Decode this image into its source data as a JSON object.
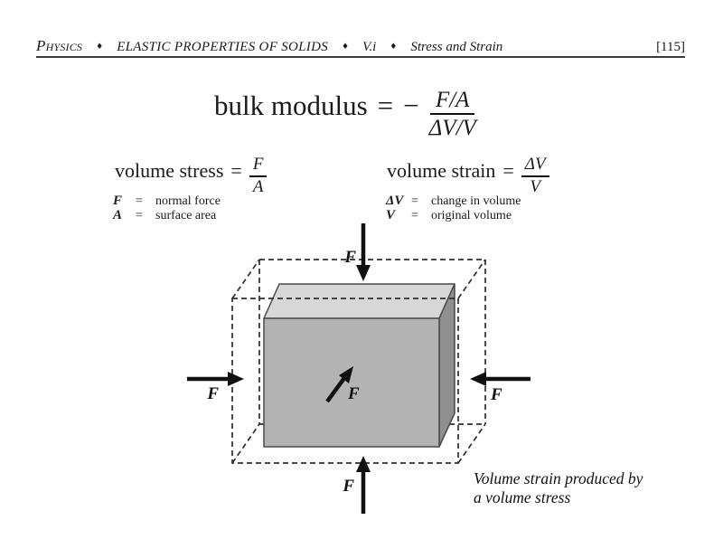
{
  "header": {
    "book_title": "Physics",
    "separator": "♦",
    "chapter_title": "ELASTIC PROPERTIES OF SOLIDS",
    "section_number": "V.i",
    "section_title": "Stress and Strain",
    "page_number": "[115]"
  },
  "main_formula": {
    "lhs": "bulk modulus",
    "equals": "=",
    "minus_sign": "−",
    "numerator": "F/A",
    "denominator": "ΔV/V"
  },
  "stress_formula": {
    "lhs": "volume stress",
    "equals": "=",
    "numerator": "F",
    "denominator": "A"
  },
  "strain_formula": {
    "lhs": "volume strain",
    "equals": "=",
    "numerator": "ΔV",
    "denominator": "V"
  },
  "stress_definitions": [
    {
      "symbol": "F",
      "equals": "=",
      "description": "normal force"
    },
    {
      "symbol": "A",
      "equals": "=",
      "description": "surface area"
    }
  ],
  "strain_definitions": [
    {
      "symbol": "ΔV",
      "equals": "=",
      "description": "change in volume"
    },
    {
      "symbol": "V",
      "equals": "=",
      "description": "original volume"
    }
  ],
  "diagram": {
    "force_label": "F",
    "caption_line1": "Volume strain produced by",
    "caption_line2": "a volume stress",
    "colors": {
      "cube_top": "#d7d7d7",
      "cube_front": "#b3b3b3",
      "cube_right": "#8f8f8f",
      "cube_outline": "#4a4a4a",
      "dashed_line": "#2e2e2e",
      "arrow": "#111111"
    }
  }
}
